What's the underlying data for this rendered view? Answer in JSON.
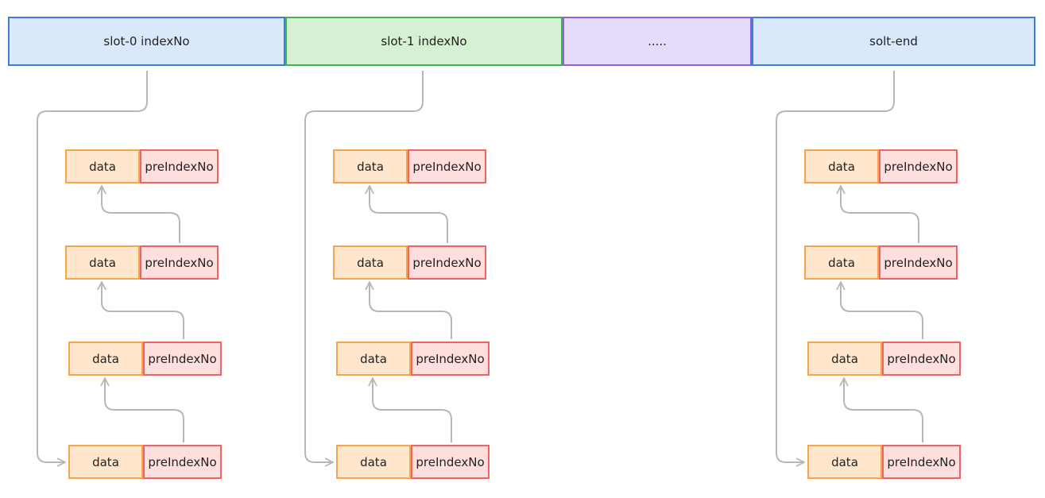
{
  "slots": [
    {
      "label": "slot-0  indexNo",
      "fill": "#dae8fc",
      "stroke": "#3b7fd4"
    },
    {
      "label": "slot-1  indexNo",
      "fill": "#d5f0d2",
      "stroke": "#43b54a"
    },
    {
      "label": ".....",
      "fill": "#e6dcfa",
      "stroke": "#8a5fe0"
    },
    {
      "label": "solt-end",
      "fill": "#dae8fc",
      "stroke": "#3b7fd4"
    }
  ],
  "node": {
    "data_label": "data",
    "pre_label": "preIndexNo"
  },
  "colors": {
    "arrow": "#b7b7b7",
    "data_fill": "#ffe6cc",
    "data_stroke": "#f5a54a",
    "pre_fill": "#ffdede",
    "pre_stroke": "#ec6466"
  }
}
